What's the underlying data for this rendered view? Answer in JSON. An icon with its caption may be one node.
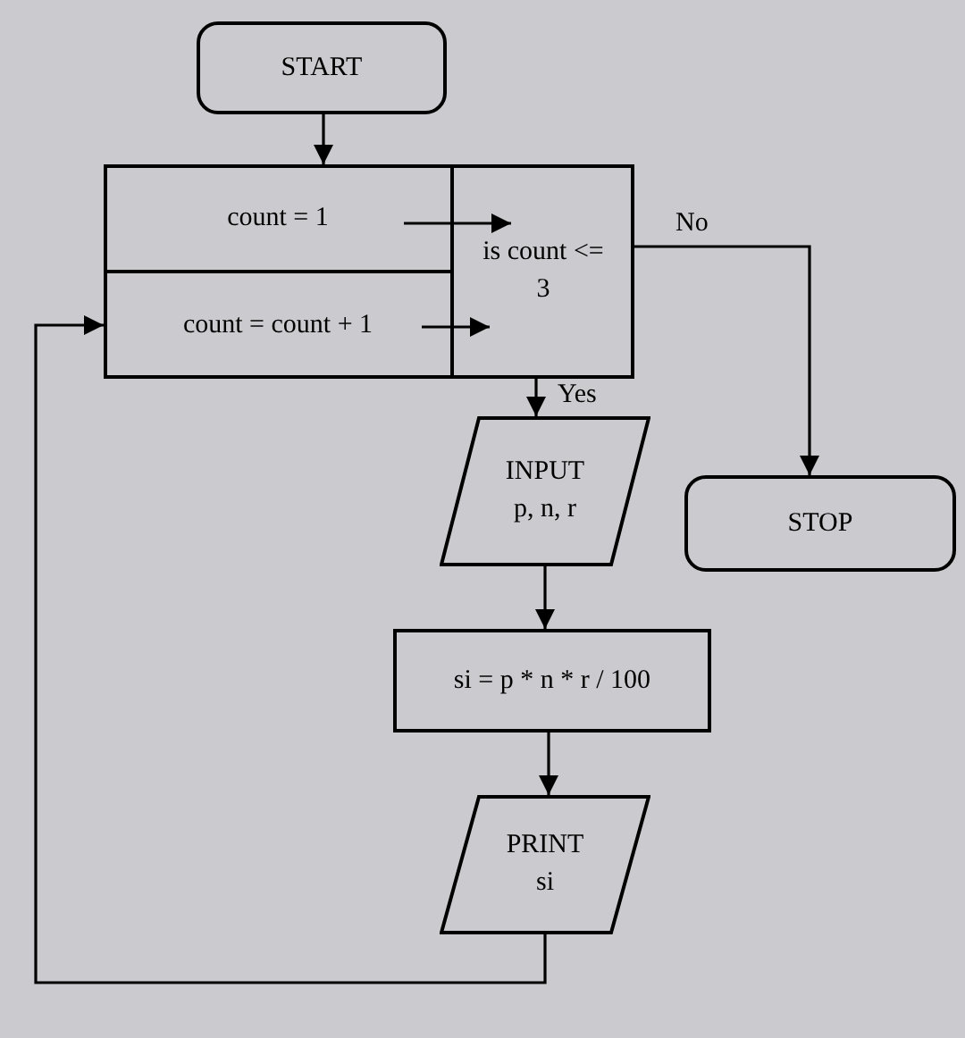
{
  "diagram": {
    "nodes": [
      {
        "text": [
          "START"
        ]
      },
      {
        "text": [],
        "shape": "box"
      },
      {
        "text": [
          "count = 1"
        ],
        "in": 1
      },
      {
        "text": [
          "count = count + 1"
        ],
        "in": 1
      },
      {
        "text": [
          "is count <= 3"
        ],
        "in": 1
      },
      {
        "text": [
          "INPUT p, n, r"
        ]
      },
      {
        "text": [
          "si = p * n * r / 100"
        ]
      },
      {
        "text": [
          "PRINT si"
        ]
      },
      {
        "text": [
          "STOP"
        ]
      }
    ],
    "edges": [
      {
        "from": 0,
        "to": 1,
        "arrow": "to"
      },
      {
        "from": 2,
        "to": 4,
        "arrow": "to"
      },
      {
        "from": 3,
        "to": 4,
        "arrow": "to"
      },
      {
        "from": 4,
        "to": 8,
        "arrow": "to",
        "label": "No"
      },
      {
        "from": 4,
        "to": 5,
        "arrow": "to",
        "label": "Yes"
      },
      {
        "from": 5,
        "to": 6,
        "arrow": "to"
      },
      {
        "from": 6,
        "to": 7,
        "arrow": "to"
      },
      {
        "from": 7,
        "to": 3,
        "arrow": "to"
      }
    ]
  }
}
